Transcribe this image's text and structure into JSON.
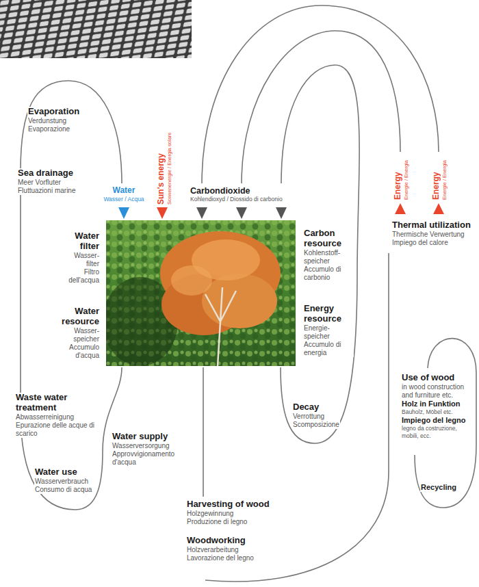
{
  "diagram": {
    "labels": [
      "Evaporation",
      "Verdunstung",
      "Evaporazione",
      "Sea drainage",
      "Meer Vorfluter",
      "Fluttuazioni marine",
      "Water",
      "Wasser / Acqua",
      "Sun's energy",
      "Sonnenenergie / Energia solare",
      "Carbondioxide",
      "Kohlendioxyd / Diossido di carbonio",
      "Energy",
      "Energie / Energia",
      "Energy",
      "Energie / Energia",
      "Thermal utilization",
      "Thermische Verwertung",
      "Impiego del calore",
      "Water filter",
      "Wasser-filter",
      "Filtro dell'acqua",
      "Water resource",
      "Wasser-speicher",
      "Accumulo d'acqua",
      "Carbon resource",
      "Kohlenstoff-speicher",
      "Accumulo di carbonio",
      "Energy resource",
      "Energie-speicher",
      "Accumulo di energia",
      "Decay",
      "Verrottung",
      "Scomposizione",
      "Waste water treatment",
      "Abwasserreinigung",
      "Epurazione delle acque di scarico",
      "Water supply",
      "Wasserversorgung",
      "Approvvigionamento d'acqua",
      "Water use",
      "Wasserverbrauch",
      "Consumo di acqua",
      "Harvesting of wood",
      "Holzgewinnung",
      "Produzione di legno",
      "Woodworking",
      "Holzverarbeitung",
      "Lavorazione del legno",
      "Use of wood",
      "in wood construction and furniture etc.",
      "Holz in Funktion",
      "Bauholz, Möbel etc.",
      "Impiego del legno",
      "legno da costruzione, mobili, ecc.",
      "Recycling"
    ]
  }
}
